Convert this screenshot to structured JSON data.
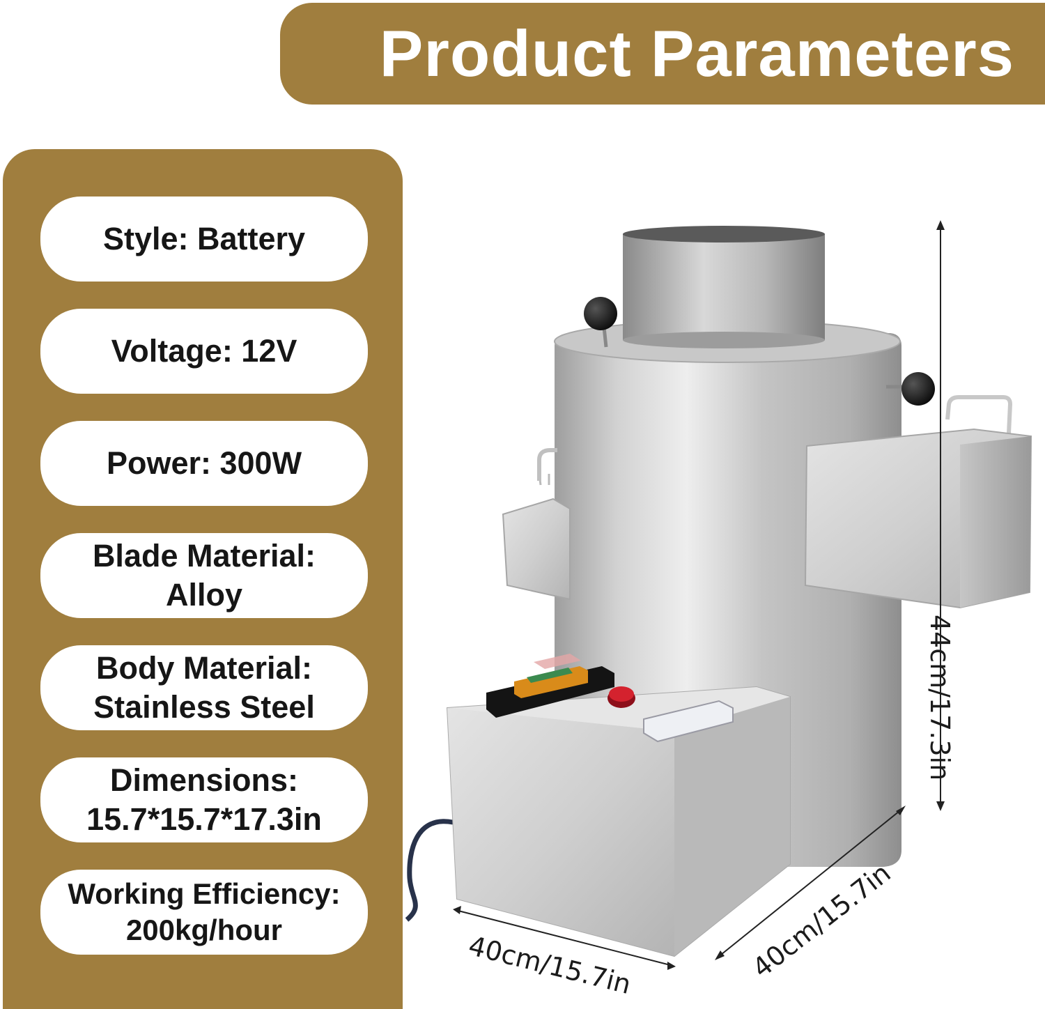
{
  "title": "Product Parameters",
  "parameters": [
    {
      "text": "Style: Battery"
    },
    {
      "text": "Voltage: 12V"
    },
    {
      "text": "Power: 300W"
    },
    {
      "text": "Blade Material:\nAlloy"
    },
    {
      "text": "Body Material:\nStainless Steel"
    },
    {
      "text": "Dimensions:\n15.7*15.7*17.3in"
    },
    {
      "text": "Working Efficiency:\n200kg/hour"
    }
  ],
  "dimensions": {
    "height": "44cm/17.3in",
    "width": "40cm/15.7in",
    "depth": "40cm/15.7in"
  },
  "colors": {
    "brand_gold": "#a07e3e",
    "pill_bg": "#ffffff",
    "steel": "#c9c9c9"
  }
}
